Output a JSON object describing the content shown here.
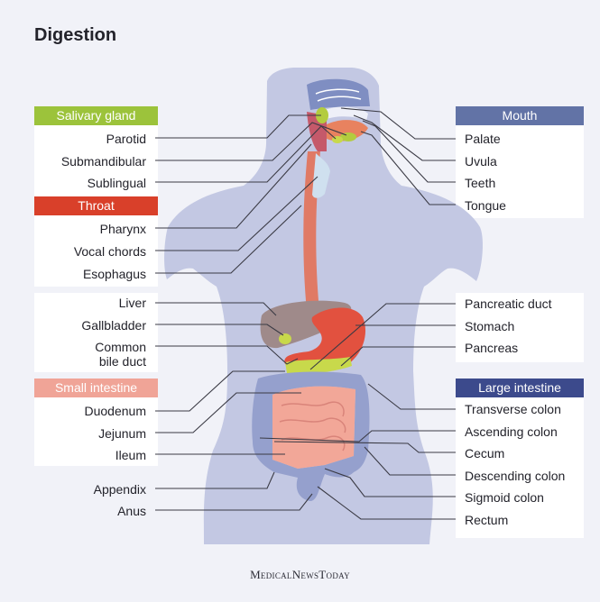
{
  "title": "Digestion",
  "groups": {
    "salivary_gland": {
      "title": "Salivary gland",
      "color": "#9cc33b",
      "items": [
        "Parotid",
        "Submandibular",
        "Sublingual"
      ]
    },
    "throat": {
      "title": "Throat",
      "color": "#d9402a",
      "items": [
        "Pharynx",
        "Vocal chords",
        "Esophagus"
      ]
    },
    "mouth": {
      "title": "Mouth",
      "color": "#6273a6",
      "items": [
        "Palate",
        "Uvula",
        "Teeth",
        "Tongue"
      ]
    },
    "small_intestine": {
      "title": "Small intestine",
      "color": "#f0a497",
      "items": [
        "Duodenum",
        "Jejunum",
        "Ileum"
      ]
    },
    "large_intestine": {
      "title": "Large intestine",
      "color": "#3c4a8c",
      "items": [
        "Transverse colon",
        "Ascending colon",
        "Cecum",
        "Descending colon",
        "Sigmoid colon",
        "Rectum"
      ]
    }
  },
  "other_left": {
    "liver": "Liver",
    "gallbladder": "Gallbladder",
    "common_bile_duct": [
      "Common",
      "bile duct"
    ],
    "appendix": "Appendix",
    "anus": "Anus"
  },
  "other_right": {
    "pancreatic_duct": "Pancreatic duct",
    "stomach": "Stomach",
    "pancreas": "Pancreas"
  },
  "brand": "MedicalNewsToday",
  "colors": {
    "background": "#f1f2f8",
    "body": "#c3c8e3",
    "liver": "#9f8a8a",
    "stomach": "#e2513f",
    "esophagus": "#e07a65",
    "small_intestine": "#f2a798",
    "large_intestine": "#95a0cd",
    "pancreas": "#c8d94b",
    "salivary": "#b3cc3f",
    "line": "#3a3a44"
  }
}
